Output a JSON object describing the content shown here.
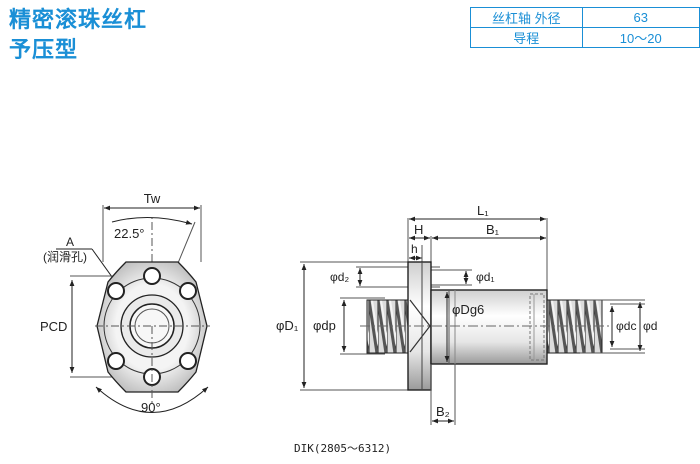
{
  "title": {
    "line1": "精密滚珠丝杠",
    "line2": "予压型"
  },
  "spec_table": [
    {
      "label": "丝杠轴 外径",
      "value": "63"
    },
    {
      "label": "导程",
      "value": "10～20"
    }
  ],
  "front_view": {
    "tw": "Tw",
    "angle_top": "22.5°",
    "a_label": "A",
    "a_note": "(润滑孔)",
    "pcd": "PCD",
    "angle_bottom": "90°"
  },
  "side_view": {
    "l1": "L₁",
    "h_upper": "H",
    "b1": "B₁",
    "h_lower": "h",
    "d2": "φd₂",
    "d1": "φd₁",
    "dg6": "φDg6",
    "big_d1": "φD₁",
    "dp": "φdp",
    "dc": "φdc",
    "d": "φd",
    "b2": "B₂"
  },
  "caption": "DIK(2805～6312)"
}
